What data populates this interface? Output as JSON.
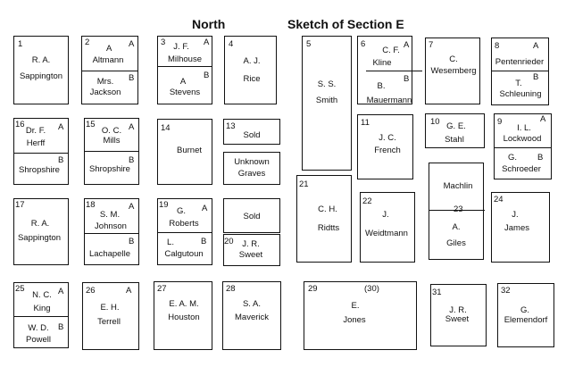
{
  "title": {
    "north": "North",
    "sketch": "Sketch of  Section E"
  },
  "lots": [
    {
      "id": "1",
      "texts": [
        "1",
        "R. A.",
        "Sappington"
      ]
    },
    {
      "id": "2",
      "texts": [
        "2",
        "A",
        "A",
        "Altmann",
        "Mrs.",
        "Jackson",
        "B"
      ]
    },
    {
      "id": "3",
      "texts": [
        "3",
        "J. F.",
        "A",
        "Milhouse",
        "A",
        "B",
        "Stevens"
      ]
    },
    {
      "id": "4",
      "texts": [
        "4",
        "A. J.",
        "Rice"
      ]
    },
    {
      "id": "5",
      "texts": [
        "5",
        "S. S.",
        "Smith"
      ]
    },
    {
      "id": "6",
      "texts": [
        "6",
        "C. F.",
        "A",
        "Kline",
        "B.",
        "Mauermann",
        "B"
      ]
    },
    {
      "id": "7",
      "texts": [
        "7",
        "C.",
        "Wesemberg"
      ]
    },
    {
      "id": "8",
      "texts": [
        "8",
        "A",
        "Pentenrieder",
        "T.",
        "B",
        "Schleuning"
      ]
    },
    {
      "id": "16",
      "texts": [
        "16",
        "Dr. F.",
        "A",
        "Herff",
        "B",
        "Shropshire"
      ]
    },
    {
      "id": "15",
      "texts": [
        "15",
        "O. C.",
        "A",
        "Mills",
        "B",
        "Shropshire"
      ]
    },
    {
      "id": "14",
      "texts": [
        "14",
        "Burnet"
      ]
    },
    {
      "id": "13",
      "texts": [
        "13",
        "Sold"
      ]
    },
    {
      "id": "unknown",
      "texts": [
        "Unknown",
        "Graves"
      ]
    },
    {
      "id": "11",
      "texts": [
        "11",
        "J. C.",
        "French"
      ]
    },
    {
      "id": "10",
      "texts": [
        "10",
        "G. E.",
        "Stahl"
      ]
    },
    {
      "id": "9",
      "texts": [
        "9",
        "I. L.",
        "A",
        "Lockwood",
        "G.",
        "B",
        "Schroeder"
      ]
    },
    {
      "id": "17",
      "texts": [
        "17",
        "R. A.",
        "Sappington"
      ]
    },
    {
      "id": "18",
      "texts": [
        "18",
        "S. M.",
        "A",
        "Johnson",
        "B",
        "Lachapelle"
      ]
    },
    {
      "id": "19",
      "texts": [
        "19",
        "G.",
        "A",
        "Roberts",
        "L.",
        "B",
        "Calgutoun"
      ]
    },
    {
      "id": "sold2",
      "texts": [
        "Sold"
      ]
    },
    {
      "id": "20",
      "texts": [
        "20",
        "J. R.",
        "Sweet"
      ]
    },
    {
      "id": "21",
      "texts": [
        "21",
        "C. H.",
        "Ridtts"
      ]
    },
    {
      "id": "22",
      "texts": [
        "22",
        "J.",
        "Weidtmann"
      ]
    },
    {
      "id": "23",
      "texts": [
        "Machlin",
        "23",
        "A.",
        "Giles"
      ]
    },
    {
      "id": "24",
      "texts": [
        "24",
        "J.",
        "James"
      ]
    },
    {
      "id": "25",
      "texts": [
        "25",
        "N. C.",
        "A",
        "King",
        "W. D.",
        "B",
        "Powell"
      ]
    },
    {
      "id": "26",
      "texts": [
        "26",
        "A",
        "E. H.",
        "Terrell"
      ]
    },
    {
      "id": "27",
      "texts": [
        "27",
        "E. A. M.",
        "Houston"
      ]
    },
    {
      "id": "28",
      "texts": [
        "28",
        "S. A.",
        "Maverick"
      ]
    },
    {
      "id": "29",
      "texts": [
        "29",
        "(30)",
        "E.",
        "Jones"
      ]
    },
    {
      "id": "31",
      "texts": [
        "31",
        "J. R.",
        "Sweet"
      ]
    },
    {
      "id": "32",
      "texts": [
        "32",
        "G.",
        "Elemendorf"
      ]
    }
  ]
}
